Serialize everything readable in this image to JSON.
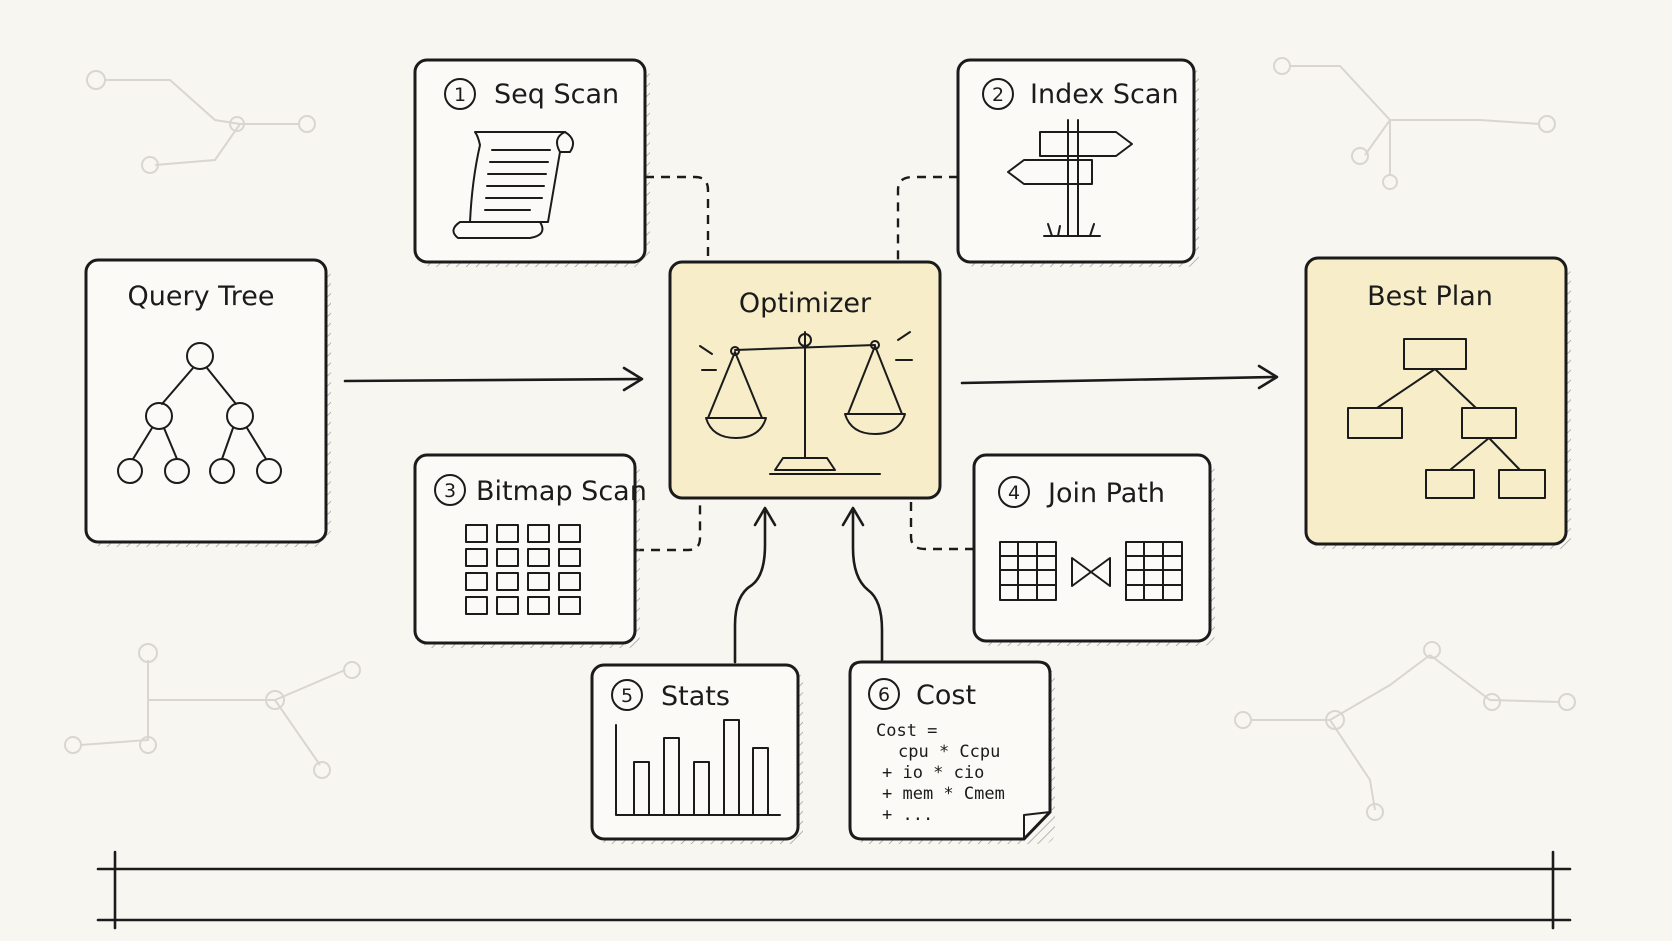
{
  "nodes": {
    "query_tree": {
      "label": "Query Tree"
    },
    "optimizer": {
      "label": "Optimizer"
    },
    "best_plan": {
      "label": "Best Plan"
    },
    "seq_scan": {
      "number": "1",
      "label": "Seq Scan"
    },
    "index_scan": {
      "number": "2",
      "label": "Index Scan"
    },
    "bitmap_scan": {
      "number": "3",
      "label": "Bitmap Scan"
    },
    "join_path": {
      "number": "4",
      "label": "Join Path"
    },
    "stats": {
      "number": "5",
      "label": "Stats"
    },
    "cost": {
      "number": "6",
      "label": "Cost",
      "formula": [
        "Cost =",
        "cpu * Ccpu",
        "+ io  * cio",
        "+ mem * Cmem",
        "+ ..."
      ]
    }
  },
  "icons": {
    "query_tree": "tree-icon",
    "optimizer": "balance-scale-icon",
    "best_plan": "plan-tree-icon",
    "seq_scan": "scroll-icon",
    "index_scan": "signpost-icon",
    "bitmap_scan": "bitmap-grid-icon",
    "join_path": "join-tables-icon",
    "stats": "bar-chart-icon"
  },
  "colors": {
    "background": "#f8f6f1",
    "box_fill": "#fbfaf7",
    "highlight_fill": "#f7edc8",
    "ink": "#1b1b1b",
    "decoration": "#d9d6cf"
  }
}
